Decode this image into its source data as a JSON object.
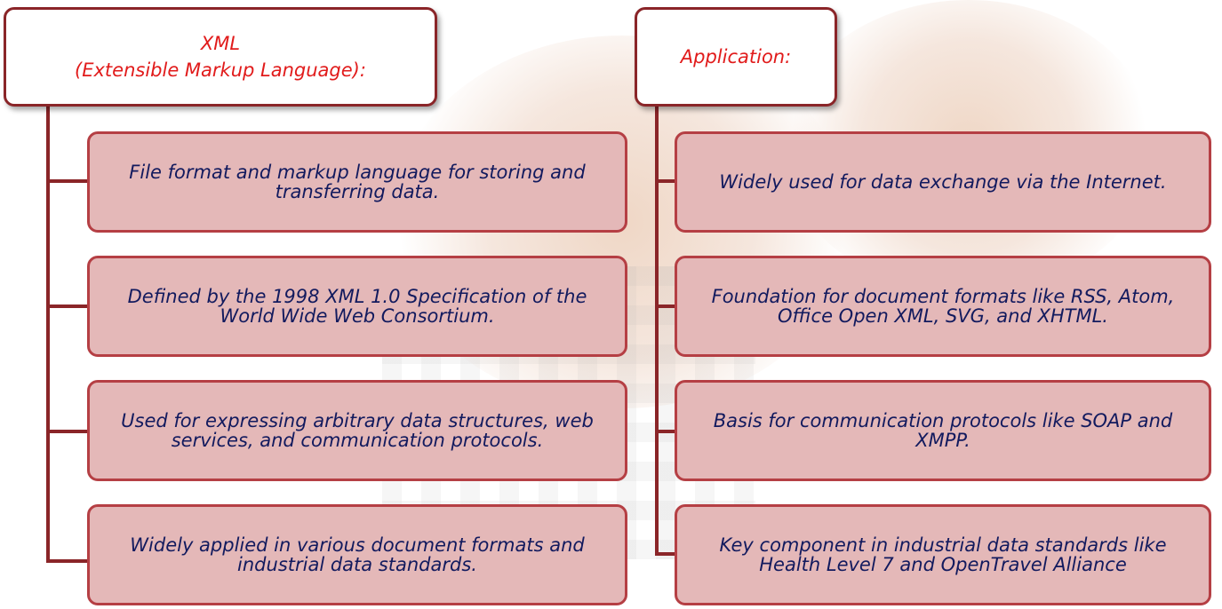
{
  "colors": {
    "connector": "#8a2528",
    "header_border": "#8a2528",
    "header_text": "#e11b1b",
    "item_fill": "#e4b8b8",
    "item_border": "#b53f44",
    "item_text": "#121a5e"
  },
  "left": {
    "header_line1": "XML",
    "header_line2": "(Extensible Markup Language):",
    "items": [
      "File format and markup language for storing and transferring data.",
      "Defined by the 1998 XML 1.0 Specification of the World Wide Web Consortium.",
      "Used for expressing arbitrary data structures, web services, and communication protocols.",
      "Widely applied in various document formats and industrial data standards."
    ]
  },
  "right": {
    "header": "Application:",
    "items": [
      "Widely used for data exchange via the Internet.",
      "Foundation for document formats like RSS, Atom, Office Open XML, SVG, and XHTML.",
      "Basis for communication protocols like SOAP and XMPP.",
      "Key component in industrial data standards like Health Level 7 and OpenTravel Alliance"
    ]
  }
}
